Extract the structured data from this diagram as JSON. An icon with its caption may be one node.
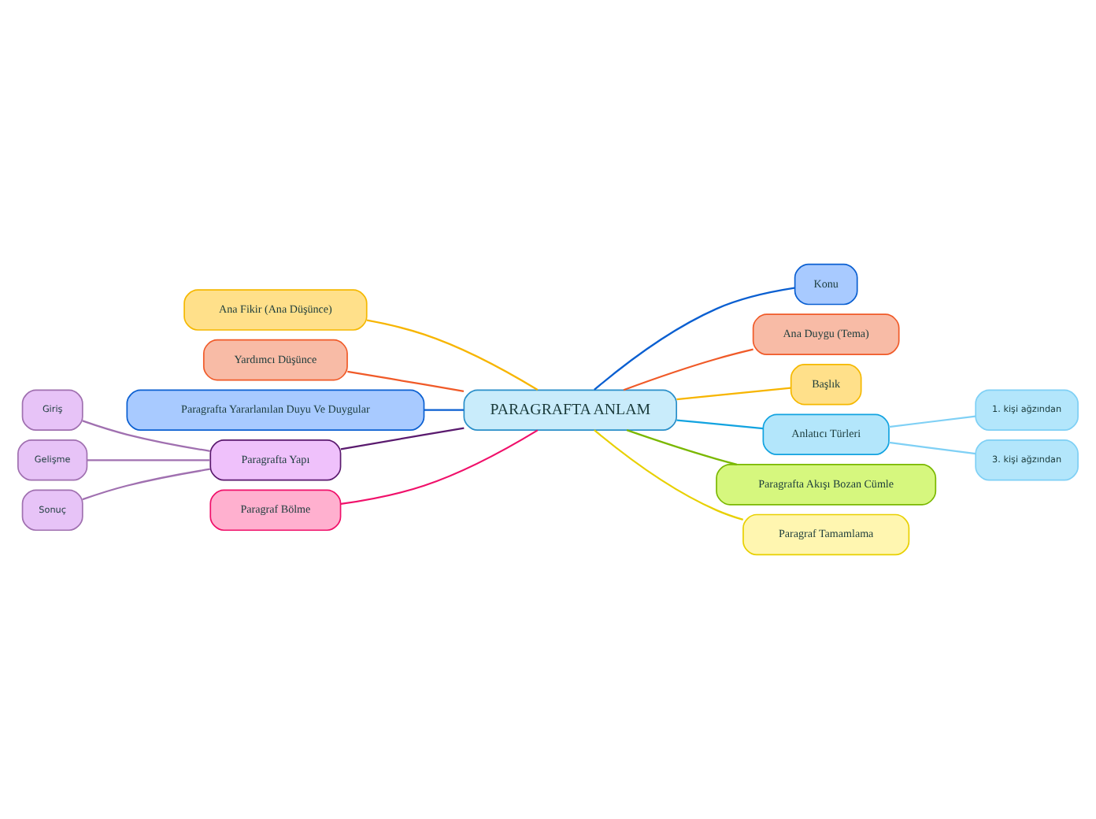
{
  "diagram": {
    "nodes": [
      {
        "text": [
          "PARAGRAFTA ANLAM"
        ]
      },
      {
        "text": [
          "Ana Fikir (Ana Düşünce)"
        ]
      },
      {
        "text": [
          "Yardımcı Düşünce"
        ]
      },
      {
        "text": [
          "Paragrafta Yararlanılan Duyu Ve Duygular"
        ]
      },
      {
        "text": [
          "Paragrafta Yapı"
        ]
      },
      {
        "text": [
          "Giriş"
        ]
      },
      {
        "text": [
          "Gelişme"
        ]
      },
      {
        "text": [
          "Sonuç"
        ]
      },
      {
        "text": [
          "Paragraf Bölme"
        ]
      },
      {
        "text": [
          "Konu"
        ]
      },
      {
        "text": [
          "Ana Duygu (Tema)"
        ]
      },
      {
        "text": [
          "Başlık"
        ]
      },
      {
        "text": [
          "Anlatıcı Türleri"
        ]
      },
      {
        "text": [
          "1. kişi ağzından"
        ]
      },
      {
        "text": [
          "3. kişi ağzından"
        ]
      },
      {
        "text": [
          "Paragrafta Akışı Bozan Cümle"
        ]
      },
      {
        "text": [
          "Paragraf Tamamlama"
        ]
      }
    ],
    "edges": [
      {
        "from": 0,
        "to": 1,
        "arrow": "none",
        "color": "#f7b500"
      },
      {
        "from": 0,
        "to": 2,
        "arrow": "none",
        "color": "#f05a28"
      },
      {
        "from": 0,
        "to": 3,
        "arrow": "none",
        "color": "#0a5fd1"
      },
      {
        "from": 0,
        "to": 4,
        "arrow": "none",
        "color": "#5a1a6e"
      },
      {
        "from": 4,
        "to": 5,
        "arrow": "none",
        "color": "#a070b0"
      },
      {
        "from": 4,
        "to": 6,
        "arrow": "none",
        "color": "#a070b0"
      },
      {
        "from": 4,
        "to": 7,
        "arrow": "none",
        "color": "#a070b0"
      },
      {
        "from": 0,
        "to": 8,
        "arrow": "none",
        "color": "#f0106a"
      },
      {
        "from": 0,
        "to": 9,
        "arrow": "none",
        "color": "#0a5fd1"
      },
      {
        "from": 0,
        "to": 10,
        "arrow": "none",
        "color": "#f05a28"
      },
      {
        "from": 0,
        "to": 11,
        "arrow": "none",
        "color": "#f7b500"
      },
      {
        "from": 0,
        "to": 12,
        "arrow": "none",
        "color": "#12a3e0"
      },
      {
        "from": 12,
        "to": 13,
        "arrow": "none",
        "color": "#7fd0f5"
      },
      {
        "from": 12,
        "to": 14,
        "arrow": "none",
        "color": "#7fd0f5"
      },
      {
        "from": 0,
        "to": 15,
        "arrow": "none",
        "color": "#7ab800"
      },
      {
        "from": 0,
        "to": 16,
        "arrow": "none",
        "color": "#e8d000"
      }
    ]
  }
}
